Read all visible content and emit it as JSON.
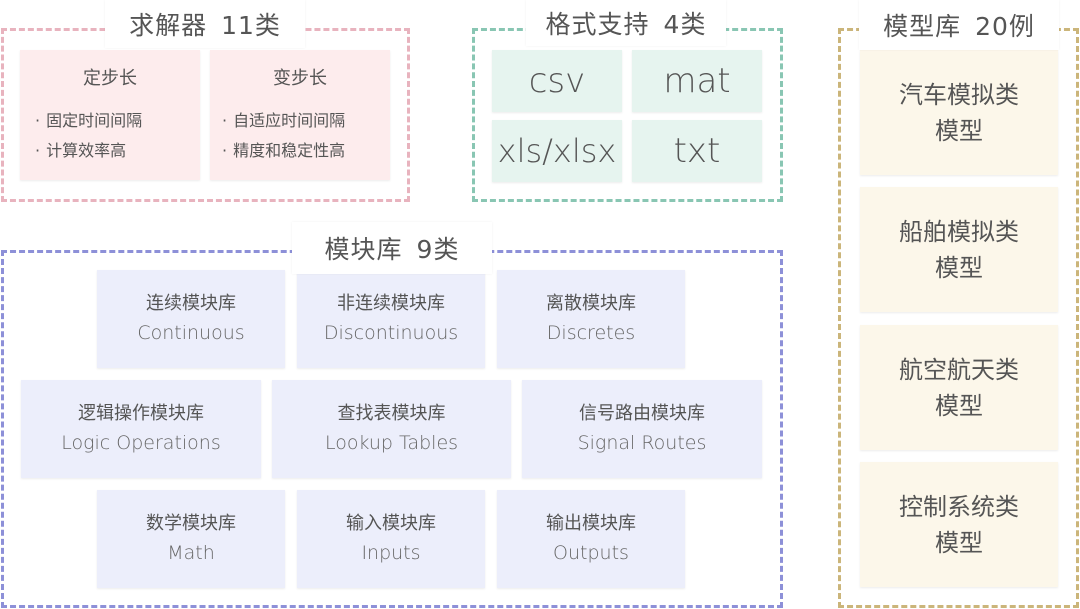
{
  "solver": {
    "title": "求解器",
    "count": "11类",
    "cards": [
      {
        "heading": "定步长",
        "features": [
          "固定时间间隔",
          "计算效率高"
        ]
      },
      {
        "heading": "变步长",
        "features": [
          "自适应时间间隔",
          "精度和稳定性高"
        ]
      }
    ],
    "bullet": "·",
    "color": "#e8b3be"
  },
  "formats": {
    "title": "格式支持",
    "count": "4类",
    "items": [
      "csv",
      "mat",
      "xls/xlsx",
      "txt"
    ],
    "color": "#89c6b3"
  },
  "modules": {
    "title": "模块库",
    "count": "9类",
    "items": [
      {
        "cn": "连续模块库",
        "en": "Continuous"
      },
      {
        "cn": "非连续模块库",
        "en": "Discontinuous"
      },
      {
        "cn": "离散模块库",
        "en": "Discretes"
      },
      {
        "cn": "逻辑操作模块库",
        "en": "Logic Operations"
      },
      {
        "cn": "查找表模块库",
        "en": "Lookup Tables"
      },
      {
        "cn": "信号路由模块库",
        "en": "Signal Routes"
      },
      {
        "cn": "数学模块库",
        "en": "Math"
      },
      {
        "cn": "输入模块库",
        "en": "Inputs"
      },
      {
        "cn": "输出模块库",
        "en": "Outputs"
      }
    ],
    "color": "#8d90d8"
  },
  "models": {
    "title": "模型库",
    "count": "20例",
    "items": [
      {
        "line1": "汽车模拟类",
        "line2": "模型"
      },
      {
        "line1": "船舶模拟类",
        "line2": "模型"
      },
      {
        "line1": "航空航天类",
        "line2": "模型"
      },
      {
        "line1": "控制系统类",
        "line2": "模型"
      }
    ],
    "color": "#cbb57a"
  }
}
